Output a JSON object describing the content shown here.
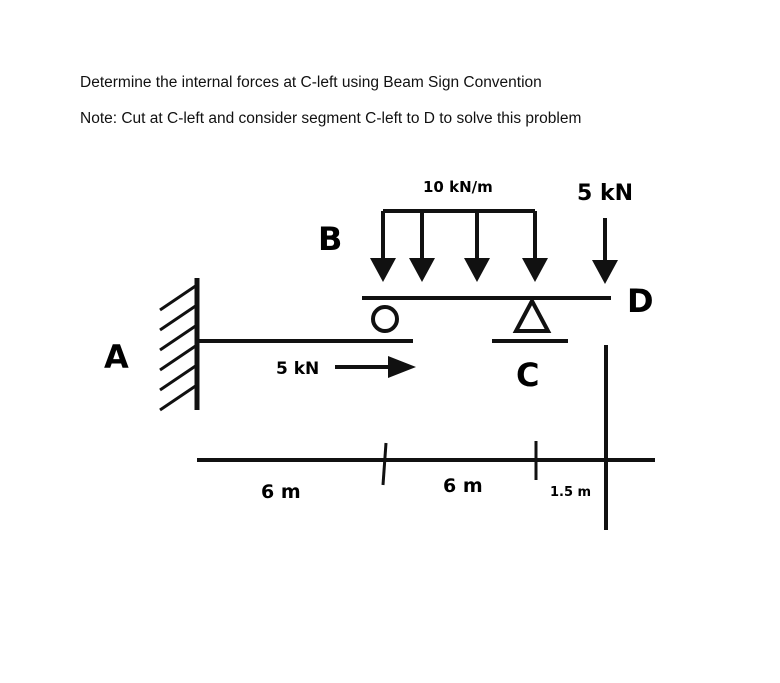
{
  "problem": {
    "statement": "Determine the internal forces at C-left using Beam Sign Convention",
    "note": "Note: Cut at C-left and consider segment C-left to D to solve this problem"
  },
  "diagram": {
    "labels": {
      "point_a": "A",
      "point_b": "B",
      "point_c": "C",
      "point_d": "D"
    },
    "loads": {
      "distributed": "10 kN/m",
      "point_load_d": "5 kN",
      "horizontal_load": "5 kN"
    },
    "dimensions": {
      "span_ab": "6 m",
      "span_bc": "6 m",
      "span_cd": "1.5 m"
    },
    "colors": {
      "ink": "#111111",
      "background": "#ffffff"
    }
  }
}
